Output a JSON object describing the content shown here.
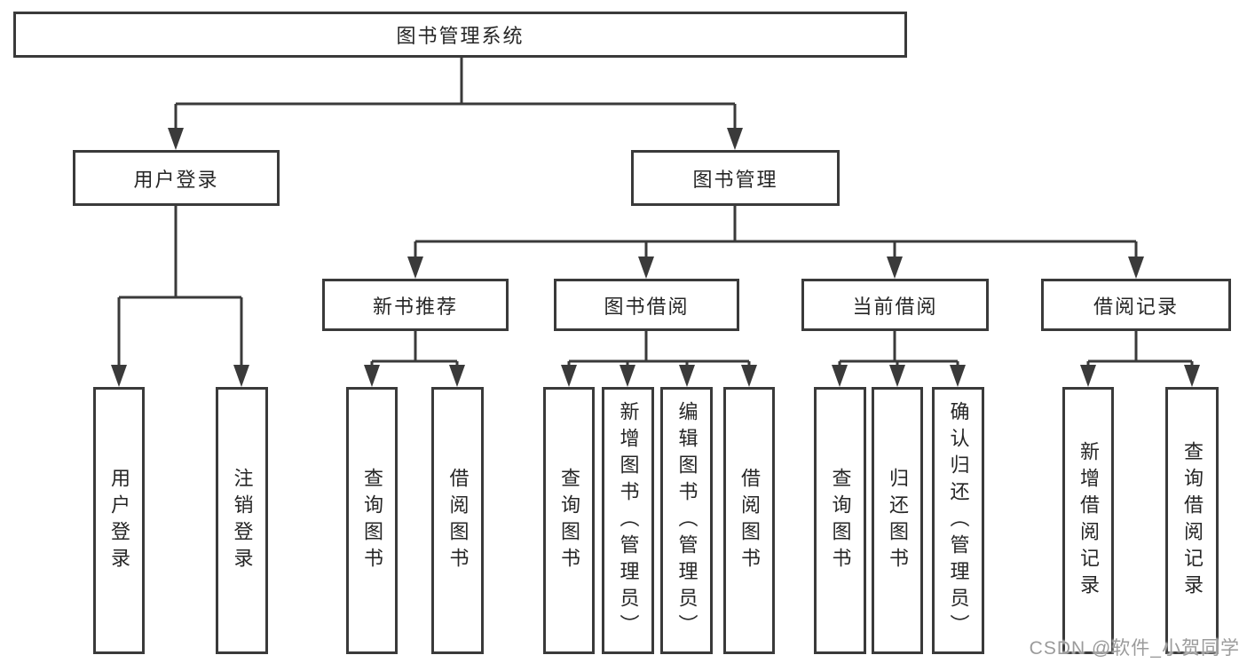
{
  "diagram": {
    "title": "图书管理系统",
    "branches": [
      {
        "label": "用户登录",
        "children": [
          {
            "label": "用户登录"
          },
          {
            "label": "注销登录"
          }
        ]
      },
      {
        "label": "图书管理",
        "children": [
          {
            "label": "新书推荐",
            "children": [
              {
                "label": "查询图书"
              },
              {
                "label": "借阅图书"
              }
            ]
          },
          {
            "label": "图书借阅",
            "children": [
              {
                "label": "查询图书"
              },
              {
                "label": "新增图书（管理员）"
              },
              {
                "label": "编辑图书（管理员）"
              },
              {
                "label": "借阅图书"
              }
            ]
          },
          {
            "label": "当前借阅",
            "children": [
              {
                "label": "查询图书"
              },
              {
                "label": "归还图书"
              },
              {
                "label": "确认归还（管理员）"
              }
            ]
          },
          {
            "label": "借阅记录",
            "children": [
              {
                "label": "新增借阅记录"
              },
              {
                "label": "查询借阅记录"
              }
            ]
          }
        ]
      }
    ]
  },
  "watermark": "CSDN @软件_小贺同学",
  "colors": {
    "line": "#3a3a3a",
    "box_border": "#3a3a3a",
    "text": "#262626",
    "background": "#ffffff",
    "watermark_text": "#9b9b9b"
  }
}
